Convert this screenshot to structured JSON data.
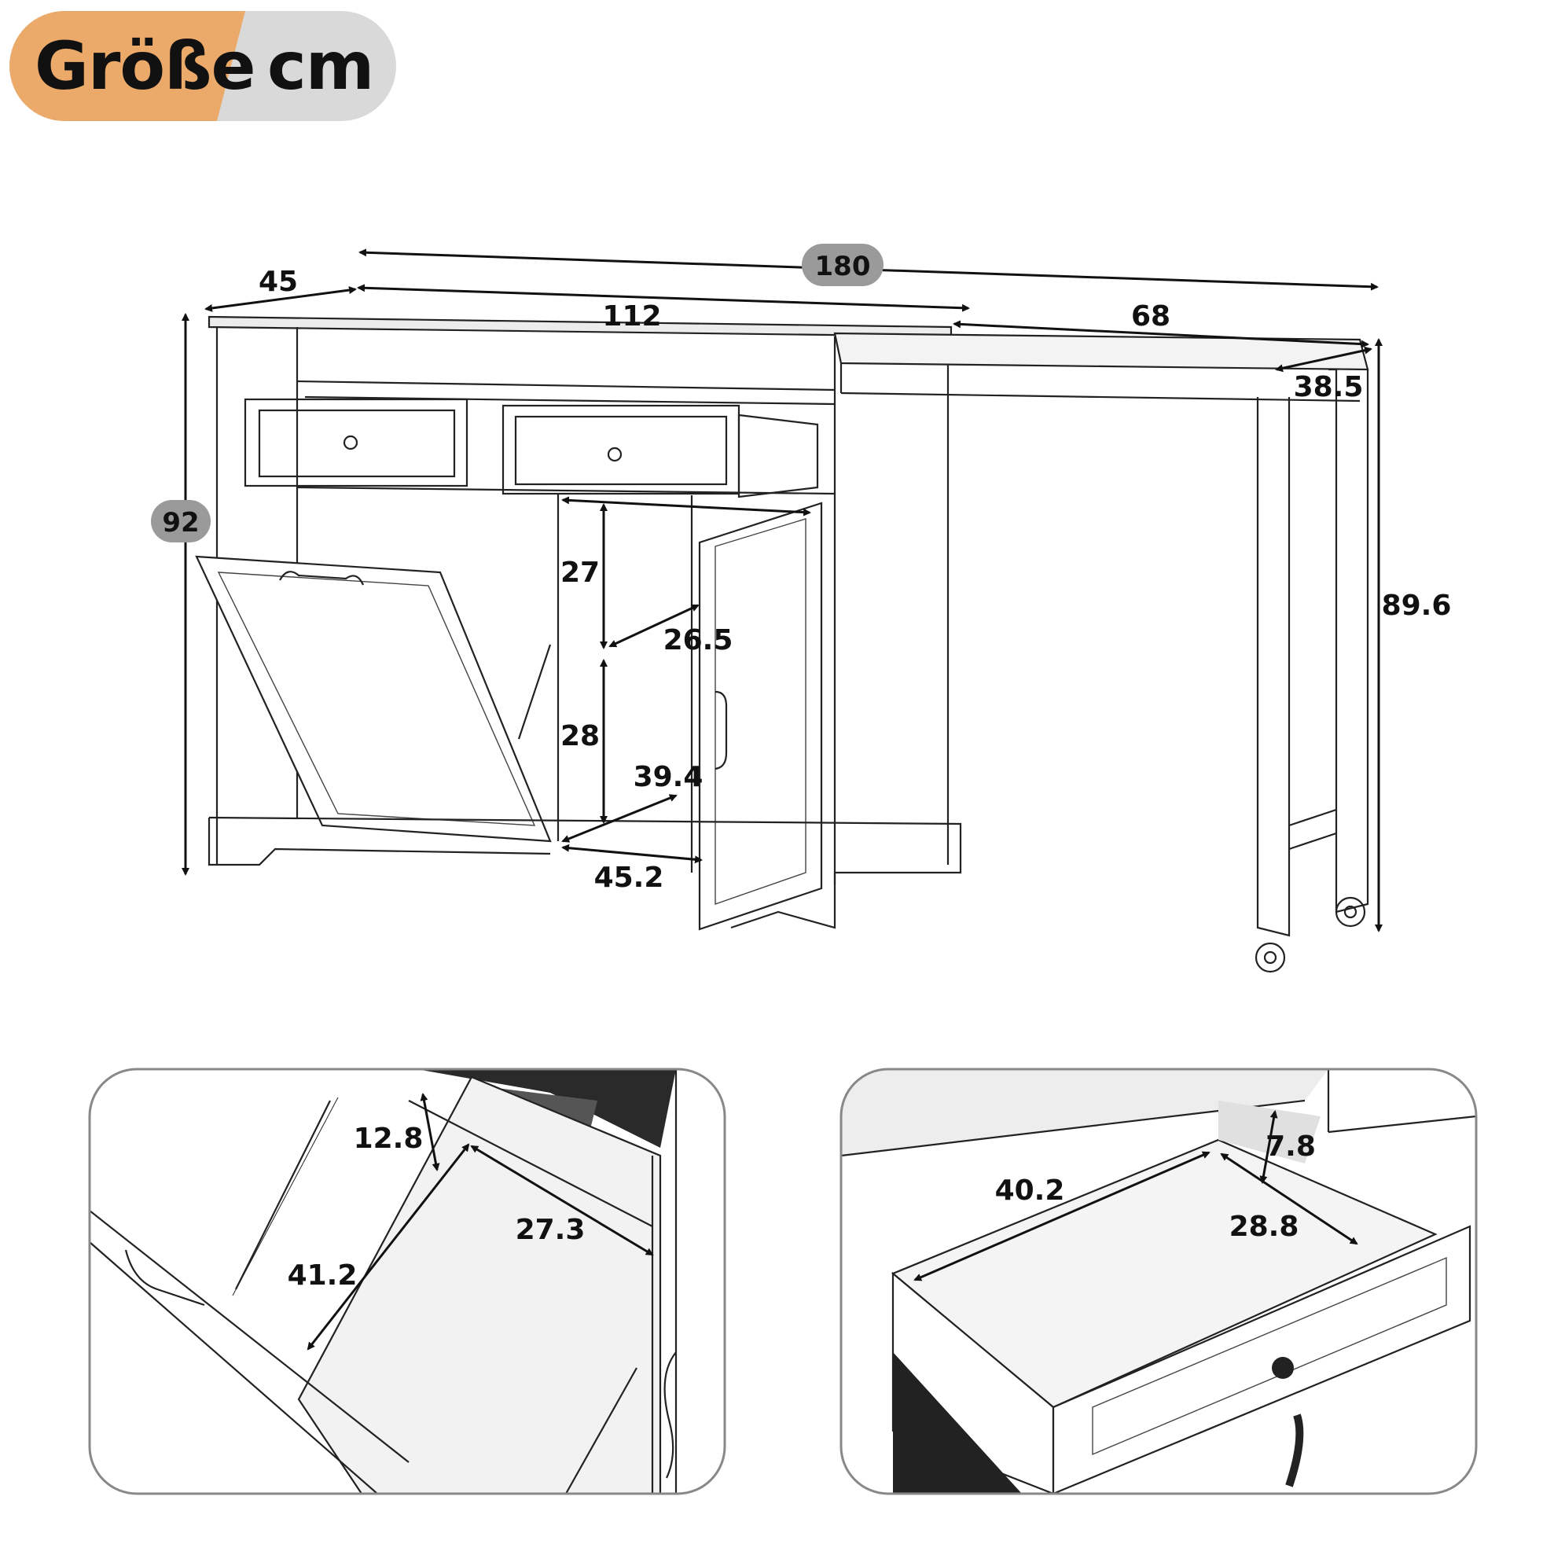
{
  "header": {
    "label": "Größe",
    "unit": "cm"
  },
  "dimensions": {
    "total_length": "180",
    "cabinet_depth": "45",
    "cabinet_width": "112",
    "extension_length": "68",
    "extension_depth": "38.5",
    "cabinet_height": "92",
    "extension_height": "89.6",
    "shelf_upper_height": "27",
    "shelf_upper_depth": "26.5",
    "shelf_lower_height": "28",
    "shelf_lower_depth": "39.4",
    "cabinet_inner_width": "45.2"
  },
  "detail_bin": {
    "bin_depth": "12.8",
    "bin_width": "27.3",
    "bin_length": "41.2"
  },
  "detail_drawer": {
    "drawer_width": "40.2",
    "drawer_height": "7.8",
    "drawer_depth": "28.8"
  },
  "colors": {
    "badge_accent": "#ecaa6a",
    "badge_base": "#d9d9d9",
    "pill": "#9a9a9a"
  }
}
